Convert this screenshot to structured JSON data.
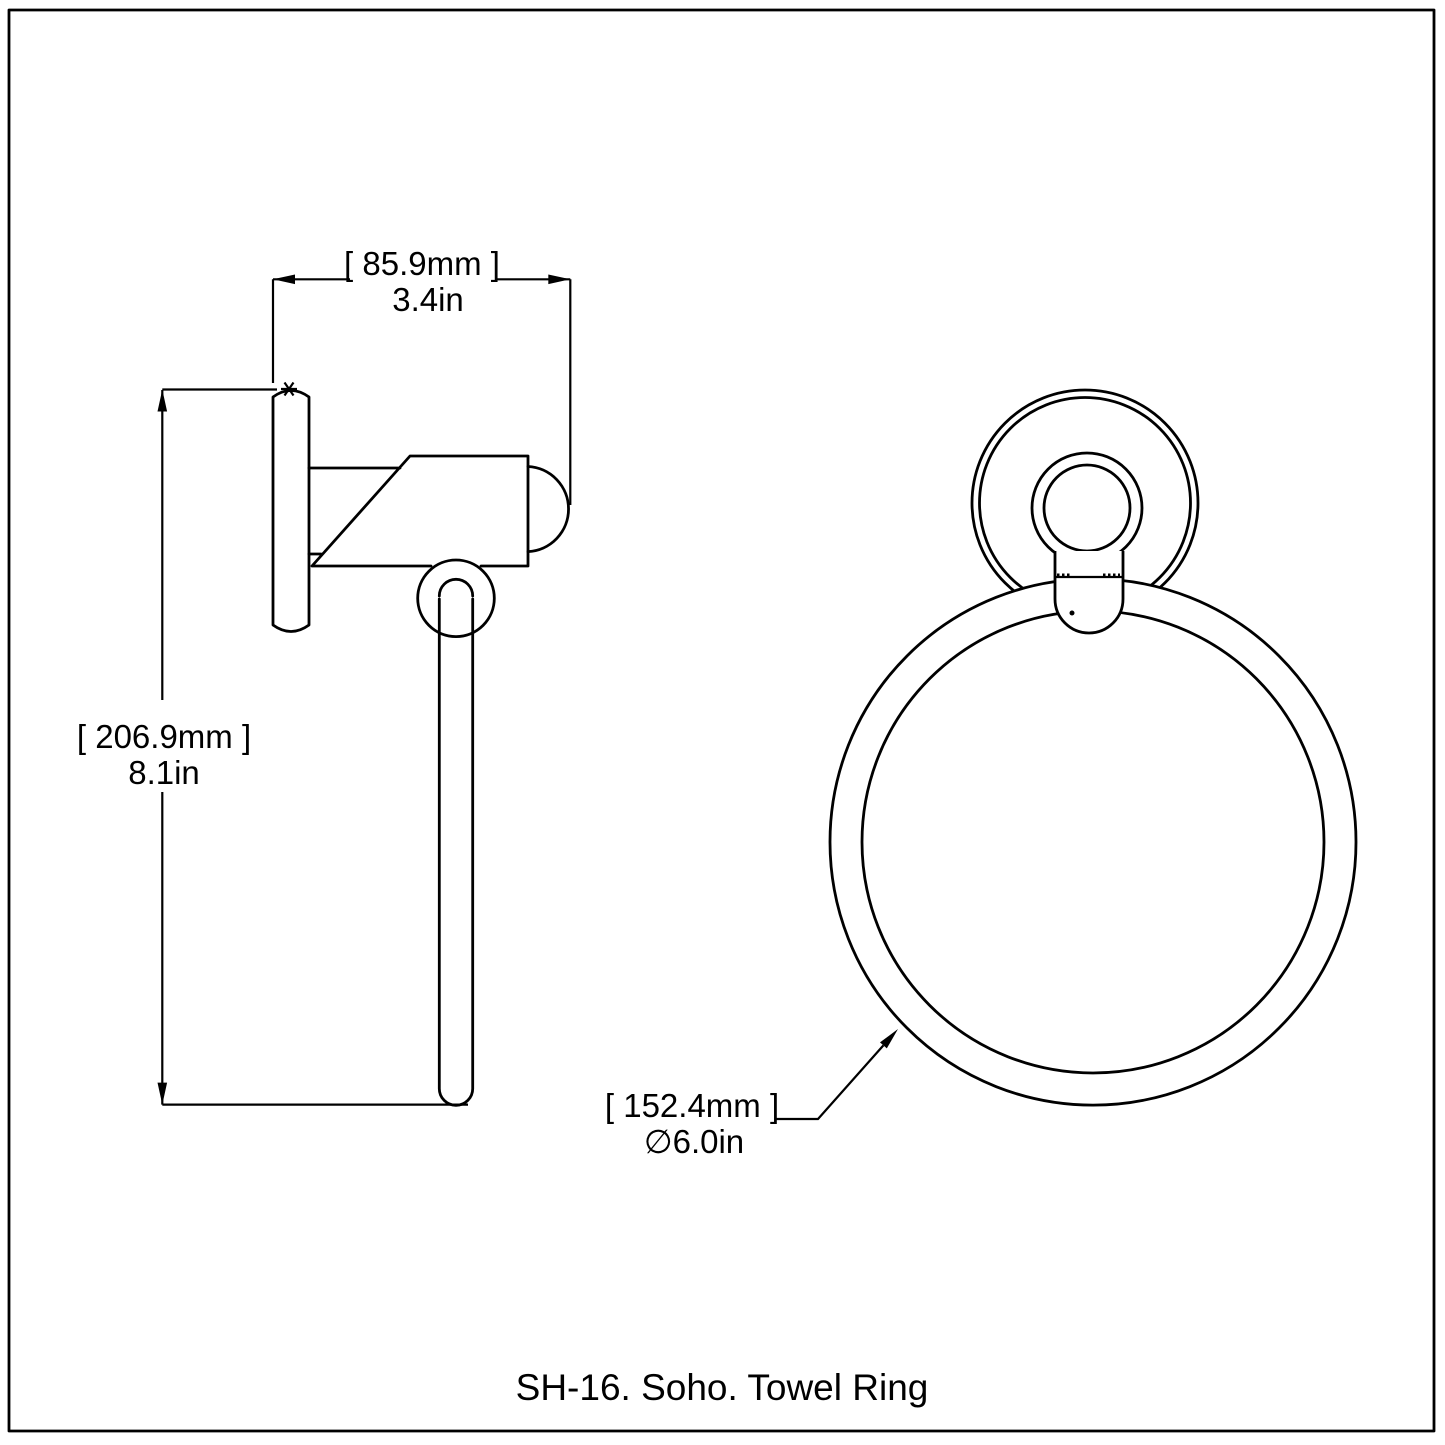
{
  "caption": "SH-16. Soho. Towel Ring",
  "colors": {
    "line": "#000000",
    "background": "#ffffff"
  },
  "views": {
    "side_view": {
      "dimensions": {
        "depth": {
          "metric": "[ 85.9mm ]",
          "imperial": "3.4in"
        },
        "height": {
          "metric": "[ 206.9mm ]",
          "imperial": "8.1in"
        }
      }
    },
    "front_view": {
      "dimensions": {
        "ring_diameter": {
          "metric": "[ 152.4mm ]",
          "imperial": "∅6.0in"
        }
      }
    }
  }
}
